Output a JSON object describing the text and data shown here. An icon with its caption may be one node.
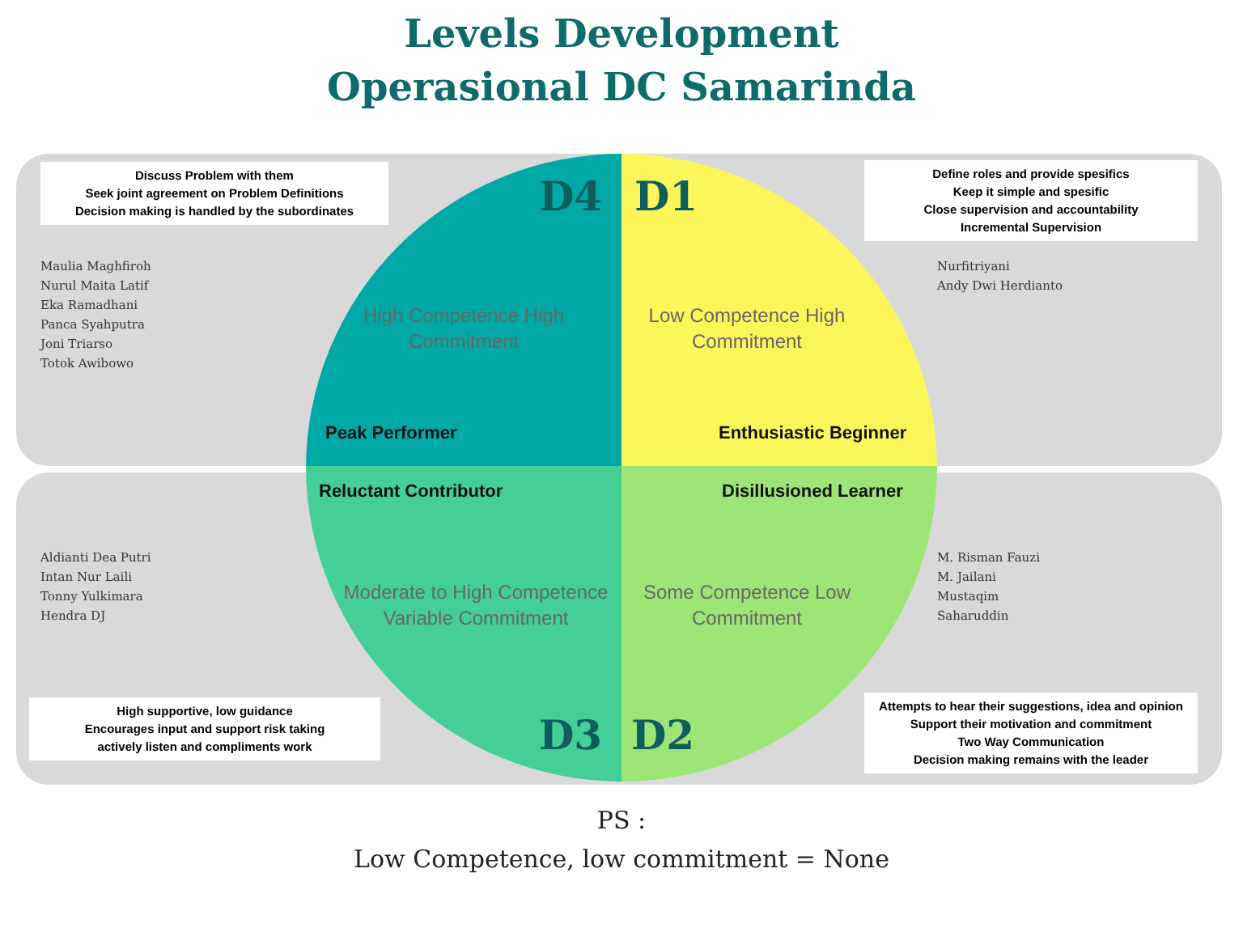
{
  "diagram": {
    "title": "Levels Development Operasional DC Samarinda",
    "nodes": [
      {
        "text": [
          "D4",
          "High Competence High Commitment",
          "Peak Performer"
        ]
      },
      {
        "text": [
          "D1",
          "Low Competence High Commitment",
          "Enthusiastic Beginner"
        ]
      },
      {
        "text": [
          "Reluctant Contributor",
          "Moderate to High Competence Variable Commitment",
          "D3"
        ]
      },
      {
        "text": [
          "Disillusioned Learner",
          "Some Competence Low Commitment",
          "D2"
        ]
      },
      {
        "text": [
          "Discuss Problem with them",
          "Seek joint agreement on Problem Definitions",
          "Decision making is handled by the subordinates"
        ]
      },
      {
        "text": [
          "Define roles and provide spesifics",
          "Keep it simple and spesific",
          "Close supervision and accountability",
          "Incremental Supervision"
        ]
      },
      {
        "text": [
          "High supportive, low guidance",
          "Encourages input and support risk taking",
          "actively listen and compliments work"
        ]
      },
      {
        "text": [
          "Attempts to hear their suggestions, idea and opinion",
          "Support their motivation and commitment",
          "Two Way Communication",
          "Decision making remains with the leader"
        ]
      }
    ],
    "labels": [
      "Maulia Maghfiroh",
      "Nurul Maita Latif",
      "Eka Ramadhani",
      "Panca Syahputra",
      "Joni Triarso",
      "Totok Awibowo",
      "Nurfitriyani",
      "Andy Dwi Herdianto",
      "Aldianti Dea Putri",
      "Intan Nur Laili",
      "Tonny Yulkimara",
      "Hendra DJ",
      "M. Risman Fauzi",
      "M. Jailani",
      "Mustaqim",
      "Saharuddin",
      "PS :",
      "Low Competence, low commitment = None"
    ]
  }
}
